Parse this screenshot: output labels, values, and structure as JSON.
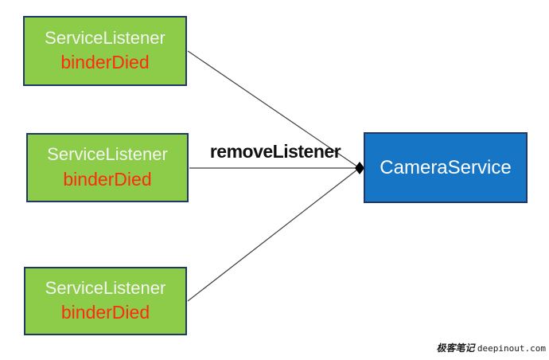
{
  "diagram": {
    "type": "flow-diagram",
    "listeners": [
      {
        "title": "ServiceListener",
        "subtitle": "binderDied"
      },
      {
        "title": "ServiceListener",
        "subtitle": "binderDied"
      },
      {
        "title": "ServiceListener",
        "subtitle": "binderDied"
      }
    ],
    "service": {
      "title": "CameraService"
    },
    "arrow_label": "removeListener",
    "edges": [
      {
        "from": "listener-1",
        "to": "camera-service"
      },
      {
        "from": "listener-2",
        "to": "camera-service",
        "label": "removeListener"
      },
      {
        "from": "listener-3",
        "to": "camera-service"
      }
    ],
    "colors": {
      "listener_fill": "#8CCC49",
      "node_border": "#1F3864",
      "service_fill": "#1775C5",
      "subtitle_red": "#FF2A12",
      "line": "#3F3F3F",
      "background": "#FFFFFF"
    }
  },
  "watermark": {
    "cn": "极客笔记",
    "site": "deepinout.com"
  }
}
